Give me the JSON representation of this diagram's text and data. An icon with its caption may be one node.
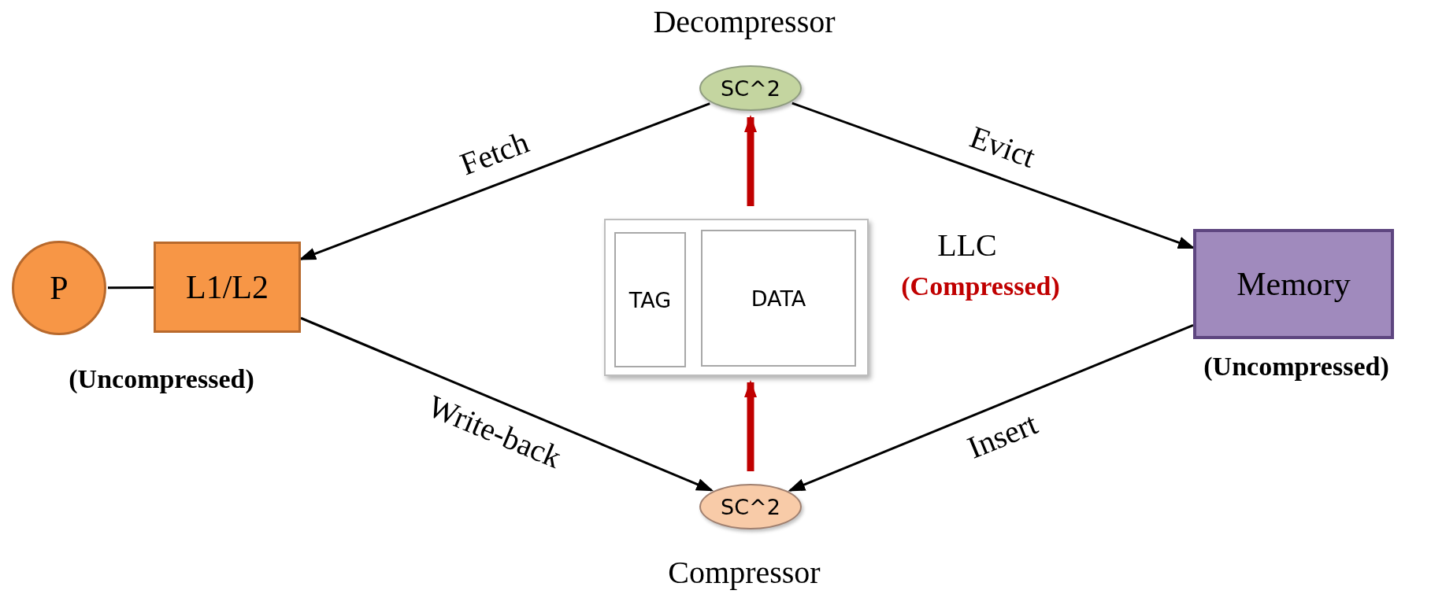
{
  "diagram": {
    "nodes": [
      {
        "text": [
          "P"
        ]
      },
      {
        "text": [
          "L1/L2"
        ],
        "beside": [
          "(Uncompressed)"
        ]
      },
      {
        "text": [
          "SC^2"
        ],
        "beside": [
          "Decompressor"
        ]
      },
      {
        "text": [],
        "shape": "box",
        "beside": [
          "LLC",
          "(Compressed)"
        ]
      },
      {
        "text": [
          "TAG"
        ],
        "in": 3
      },
      {
        "text": [
          "DATA"
        ],
        "in": 3
      },
      {
        "text": [
          "Memory"
        ],
        "beside": [
          "(Uncompressed)"
        ]
      },
      {
        "text": [
          "SC^2"
        ],
        "beside": [
          "Compressor"
        ]
      }
    ],
    "edges": [
      {
        "from": 0,
        "to": 1,
        "arrow": "none"
      },
      {
        "from": 2,
        "to": 1,
        "arrow": "to",
        "label": "Fetch"
      },
      {
        "from": 2,
        "to": 6,
        "arrow": "to",
        "label": "Evict"
      },
      {
        "from": 1,
        "to": 7,
        "arrow": "to",
        "label": "Write-back"
      },
      {
        "from": 6,
        "to": 7,
        "arrow": "to",
        "label": "Insert"
      },
      {
        "from": 3,
        "to": 2,
        "arrow": "to",
        "style": "thick",
        "color": "#c00000"
      },
      {
        "from": 7,
        "to": 3,
        "arrow": "to",
        "style": "thick",
        "color": "#c00000"
      }
    ]
  }
}
